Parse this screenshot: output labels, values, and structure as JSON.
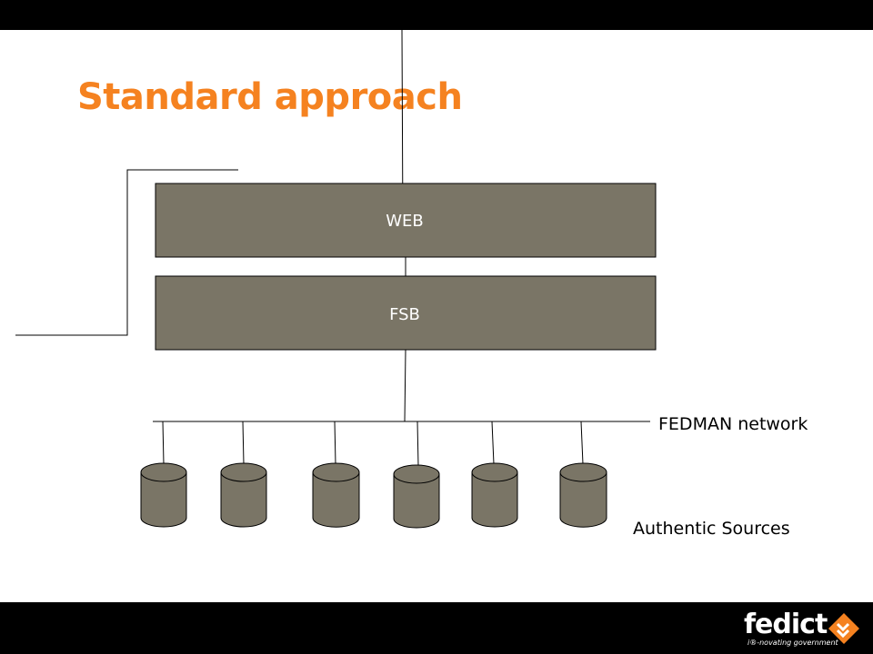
{
  "slide": {
    "title": "Standard approach",
    "colors": {
      "title": "#f58220",
      "box_fill": "#7a7566",
      "bars": "#000000"
    }
  },
  "diagram": {
    "boxes": [
      {
        "id": "web",
        "label": "WEB"
      },
      {
        "id": "fsb",
        "label": "FSB"
      }
    ],
    "network_label": "FEDMAN network",
    "sources_label": "Authentic Sources",
    "database_icon": "cylinder",
    "database_count": 6
  },
  "logo": {
    "wordmark": "fedict",
    "tagline": "i®-novating government",
    "mark_icon": "orange-diamond-arrows"
  }
}
